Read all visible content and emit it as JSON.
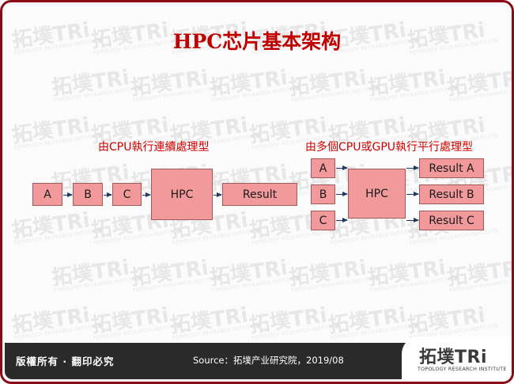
{
  "title": "HPC芯片基本架构",
  "watermark": {
    "brand": "拓墣TRi",
    "tagline": "TOPOLOGY RESEARCH INSTITUTE"
  },
  "left_diagram": {
    "caption": "由CPU執行連續處理型",
    "nodes": [
      "A",
      "B",
      "C",
      "HPC",
      "Result"
    ]
  },
  "right_diagram": {
    "caption": "由多個CPU或GPU執行平行處理型",
    "inputs": [
      "A",
      "B",
      "C"
    ],
    "hub": "HPC",
    "outputs": [
      "Result A",
      "Result B",
      "Result C"
    ]
  },
  "footer": {
    "rights": "版權所有 · 翻印必究",
    "source": "Source：拓墣产业研究院，2019/08"
  },
  "logo": {
    "main": "拓墣",
    "accent": "TRi",
    "sub": "TOPOLOGY RESEARCH INSTITUTE"
  },
  "colors": {
    "border": "#8b0a16",
    "title": "#c00000",
    "box_fill": "#f2999b",
    "arrow": "#1f3864",
    "footer": "#2a2a2a"
  }
}
